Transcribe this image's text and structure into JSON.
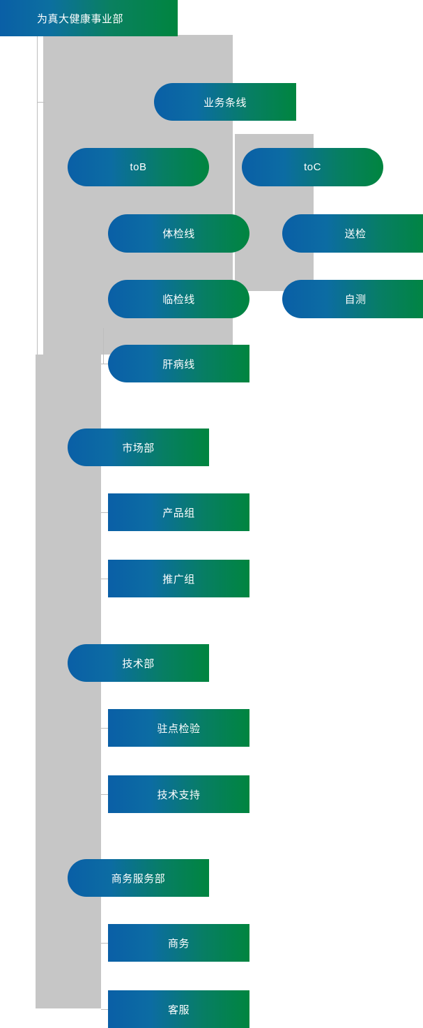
{
  "diagram": {
    "title": "为真大健康事业部",
    "type": "organization-chart",
    "colors": {
      "gradient_start": "#0a5fa6",
      "gradient_end": "#00853f",
      "spine": "#c6c6c6",
      "connector": "#bdbdbd",
      "text": "#ffffff",
      "background": "#ffffff"
    }
  },
  "banner": {
    "label": "为真大健康事业部"
  },
  "nodes": {
    "business_line": {
      "label": "业务条线"
    },
    "tob": {
      "label": "toB"
    },
    "toc": {
      "label": "toC"
    },
    "physical_exam_line": {
      "label": "体检线"
    },
    "clinical_test_line": {
      "label": "临检线"
    },
    "liver_disease_line": {
      "label": "肝病线"
    },
    "send_test": {
      "label": "送检"
    },
    "self_test": {
      "label": "自测"
    },
    "market_dept": {
      "label": "市场部"
    },
    "product_group": {
      "label": "产品组"
    },
    "promotion_group": {
      "label": "推广组"
    },
    "tech_dept": {
      "label": "技术部"
    },
    "onsite_inspection": {
      "label": "驻点检验"
    },
    "tech_support": {
      "label": "技术支持"
    },
    "business_service_dept": {
      "label": "商务服务部"
    },
    "business": {
      "label": "商务"
    },
    "customer_service": {
      "label": "客服"
    }
  },
  "hierarchy": [
    {
      "label": "业务条线",
      "children": [
        {
          "label": "toB",
          "children": [
            {
              "label": "体检线"
            },
            {
              "label": "临检线"
            },
            {
              "label": "肝病线"
            }
          ]
        },
        {
          "label": "toC",
          "children": [
            {
              "label": "送检"
            },
            {
              "label": "自测"
            }
          ]
        }
      ]
    },
    {
      "label": "市场部",
      "children": [
        {
          "label": "产品组"
        },
        {
          "label": "推广组"
        }
      ]
    },
    {
      "label": "技术部",
      "children": [
        {
          "label": "驻点检验"
        },
        {
          "label": "技术支持"
        }
      ]
    },
    {
      "label": "商务服务部",
      "children": [
        {
          "label": "商务"
        },
        {
          "label": "客服"
        }
      ]
    }
  ]
}
